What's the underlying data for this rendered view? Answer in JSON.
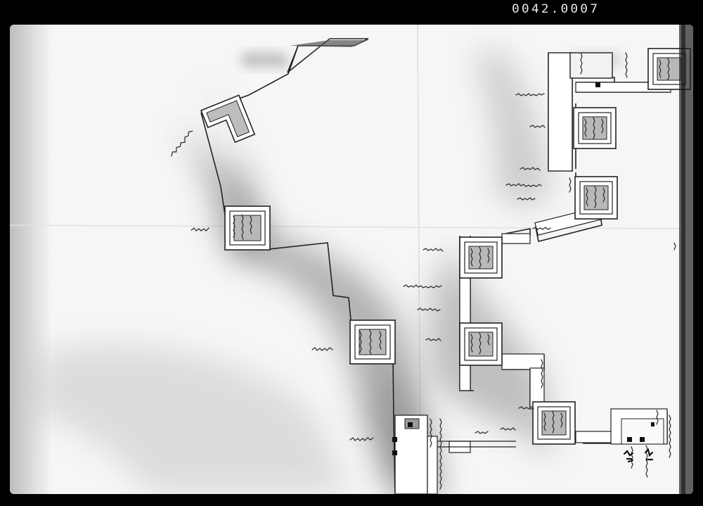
{
  "header": {
    "frame_code": "0042.0007"
  },
  "colors": {
    "film_border": "#000000",
    "paper": "#f4f4f4",
    "shade": "#8a8a8a",
    "wall_fill": "#ffffff",
    "ink": "#1a1a1a"
  },
  "map": {
    "type": "historical-castle-plan",
    "tower_count": 10,
    "gate_markers": 6
  }
}
